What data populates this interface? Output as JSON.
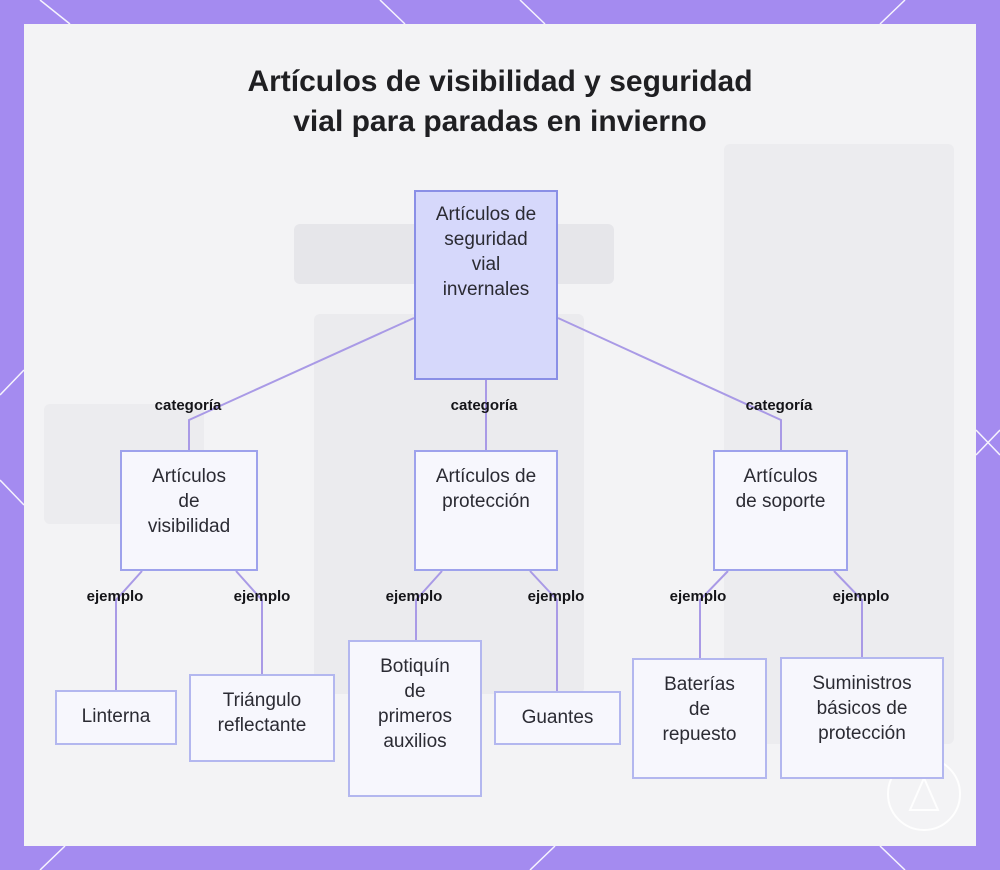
{
  "title": {
    "line1": "Artículos de visibilidad y seguridad",
    "line2": "vial para paradas en invierno"
  },
  "nodes": {
    "root": "Artículos de seguridad vial invernales",
    "visibilidad": "Artículos de visibilidad",
    "proteccion": "Artículos de protección",
    "soporte": "Artículos de soporte",
    "linterna": "Linterna",
    "triangulo": "Triángulo reflectante",
    "botiquin": "Botiquín de primeros auxilios",
    "guantes": "Guantes",
    "baterias": "Baterías de repuesto",
    "suministros": "Suministros básicos de protección"
  },
  "edge_labels": {
    "category": "categoría",
    "example": "ejemplo"
  },
  "colors": {
    "frame": "#a48bf0",
    "edge": "#a99ae6",
    "node_border": "#b3b7ef",
    "root_fill": "#d6d8fb"
  }
}
